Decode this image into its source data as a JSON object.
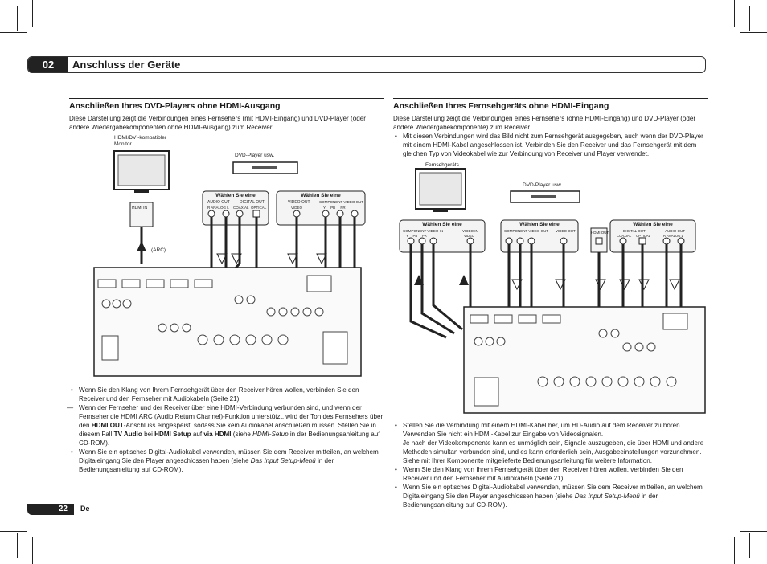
{
  "header": {
    "chapter_number": "02",
    "chapter_title": "Anschluss der Geräte"
  },
  "left": {
    "title": "Anschließen Ihres DVD-Players ohne HDMI-Ausgang",
    "intro": "Diese Darstellung zeigt die Verbindungen eines Fernsehers (mit HDMI-Eingang) und DVD-Player (oder andere Wiedergabekomponenten ohne HDMI-Ausgang) zum Receiver.",
    "diagram": {
      "monitor_label": "HDMI/DVI-kompatibler Monitor",
      "player_label": "DVD-Player usw.",
      "select_label_1": "Wählen Sie eine",
      "select_label_2": "Wählen Sie eine",
      "arc_label": "(ARC)",
      "hdmi_in": "HDMI IN",
      "audio_out": "AUDIO OUT",
      "digital_out": "DIGITAL OUT",
      "coaxial": "COAXIAL",
      "optical": "OPTICAL",
      "analog": "R  ANALOG  L",
      "video_out": "VIDEO OUT",
      "video": "VIDEO",
      "component_video_out": "COMPONENT VIDEO OUT",
      "y_pb_pr": "Y     PB     PR"
    },
    "bullet_1": "Wenn Sie den Klang von Ihrem Fernsehgerät über den Receiver hören wollen, verbinden Sie den Receiver und den Fernseher mit Audiokabeln (Seite 21).",
    "dash_1": {
      "a": "Wenn der Fernseher und der Receiver über eine HDMI-Verbindung verbunden sind, und wenn der Fernseher die HDMI ARC (Audio Return Channel)-Funktion unterstützt, wird der Ton des Fernsehers über den ",
      "b": "HDMI OUT",
      "c": "-Anschluss eingespeist, sodass Sie kein Audiokabel anschließen müssen. Stellen Sie in diesem Fall ",
      "d": "TV Audio",
      "e": " bei ",
      "f": "HDMI Setup",
      "g": " auf ",
      "h": "via HDMI",
      "i": " (siehe ",
      "j": "HDMI-Setup",
      "k": " in der Bedienungsanleitung auf CD-ROM)."
    },
    "bullet_2": {
      "a": "Wenn Sie ein optisches Digital-Audiokabel verwenden, müssen Sie dem Receiver mitteilen, an welchem Digitaleingang Sie den Player angeschlossen haben (siehe ",
      "b": "Das Input Setup-Menü",
      "c": " in der Bedienungsanleitung auf CD-ROM)."
    }
  },
  "right": {
    "title": "Anschließen Ihres Fernsehgeräts ohne HDMI-Eingang",
    "intro": "Diese Darstellung zeigt die Verbindungen eines Fernsehers (ohne HDMI-Eingang) und DVD-Player (oder andere Wiedergabekomponente) zum Receiver.",
    "bullet_0": "Mit diesen Verbindungen wird das Bild nicht zum Fernsehgerät ausgegeben, auch wenn der DVD-Player mit einem HDMI-Kabel angeschlossen ist. Verbinden Sie den Receiver und das Fernsehgerät mit dem gleichen Typ von Videokabel wie zur Verbindung von Receiver und Player verwendet.",
    "diagram": {
      "tv_label": "Fernsehgeräts",
      "player_label": "DVD-Player usw.",
      "select_label_1": "Wählen Sie eine",
      "select_label_2": "Wählen Sie eine",
      "select_label_3": "Wählen Sie eine",
      "component_video_in": "COMPONENT VIDEO IN",
      "video_in": "VIDEO IN",
      "component_video_out": "COMPONENT VIDEO OUT",
      "video_out": "VIDEO OUT",
      "video": "VIDEO",
      "hdmi_out": "HDMI OUT",
      "digital_out": "DIGITAL OUT",
      "coaxial": "COAXIAL",
      "optical": "OPTICAL",
      "audio_out": "AUDIO OUT",
      "analog": "R  ANALOG  L",
      "y_pb_pr": "Y     PB     PR"
    },
    "bullet_1": "Stellen Sie die Verbindung mit einem HDMI-Kabel her, um HD-Audio auf dem Receiver zu hören. Verwenden Sie nicht ein HDMI-Kabel zur Eingabe von Videosignalen.",
    "bullet_1_cont": "Je nach der Videokomponente kann es unmöglich sein, Signale auszugeben, die über HDMI und andere Methoden simultan verbunden sind, und es kann erforderlich sein, Ausgabeeinstellungen vorzunehmen. Siehe mit Ihrer Komponente mitgelieferte Bedienungsanleitung für weitere Information.",
    "bullet_2": "Wenn Sie den Klang von Ihrem Fernsehgerät über den Receiver hören wollen, verbinden Sie den Receiver und den Fernseher mit Audiokabeln (Seite 21).",
    "bullet_3": {
      "a": "Wenn Sie ein optisches Digital-Audiokabel verwenden, müssen Sie dem Receiver mitteilen, an welchem Digitaleingang Sie den Player angeschlossen haben (siehe ",
      "b": "Das Input Setup-Menü",
      "c": " in der Bedienungsanleitung auf CD-ROM)."
    }
  },
  "footer": {
    "page_number": "22",
    "language": "De"
  }
}
